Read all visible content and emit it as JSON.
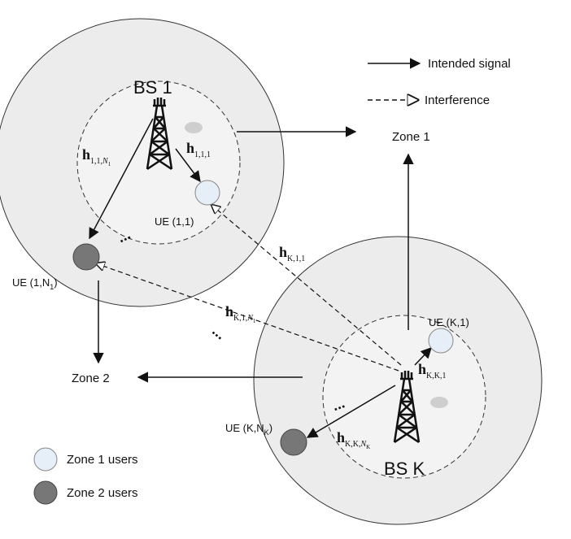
{
  "colors": {
    "cell_fill": "#ececec",
    "cell_stroke": "#333333",
    "inner_fill": "#f3f3f3",
    "zone1_user": "#e6eef8",
    "zone2_user": "#777777",
    "line": "#111111"
  },
  "legend": {
    "intended": "Intended signal",
    "interference": "Interference",
    "zone1_users": "Zone 1 users",
    "zone2_users": "Zone 2 users"
  },
  "base_stations": {
    "bs1": "BS 1",
    "bsK": "BS K"
  },
  "zones": {
    "zone1": "Zone 1",
    "zone2": "Zone 2"
  },
  "users": {
    "ue11": "UE (1,1)",
    "ue1N_main": "UE (1,N",
    "ue1N_sub": "1",
    "ue1N_end": ")",
    "ueK1": "UE (K,1)",
    "ueKN_main": "UE (K,N",
    "ueKN_sub": "K",
    "ueKN_end": ")"
  },
  "channels": {
    "h_symbol": "h",
    "h11N1_sub": "1,1,",
    "h11N1_N": "N",
    "h11N1_Nsub": "1",
    "h111_sub": "1,1,1",
    "hK11_sub": "K,1,1",
    "hK1N1_sub": "K,1,",
    "hK1N1_N": "N",
    "hK1N1_Nsub": "1",
    "hKK1_sub": "K,K,1",
    "hKKNK_sub": "K,K,",
    "hKKNK_N": "N",
    "hKKNK_Nsub": "K"
  },
  "ellipsis": "..."
}
